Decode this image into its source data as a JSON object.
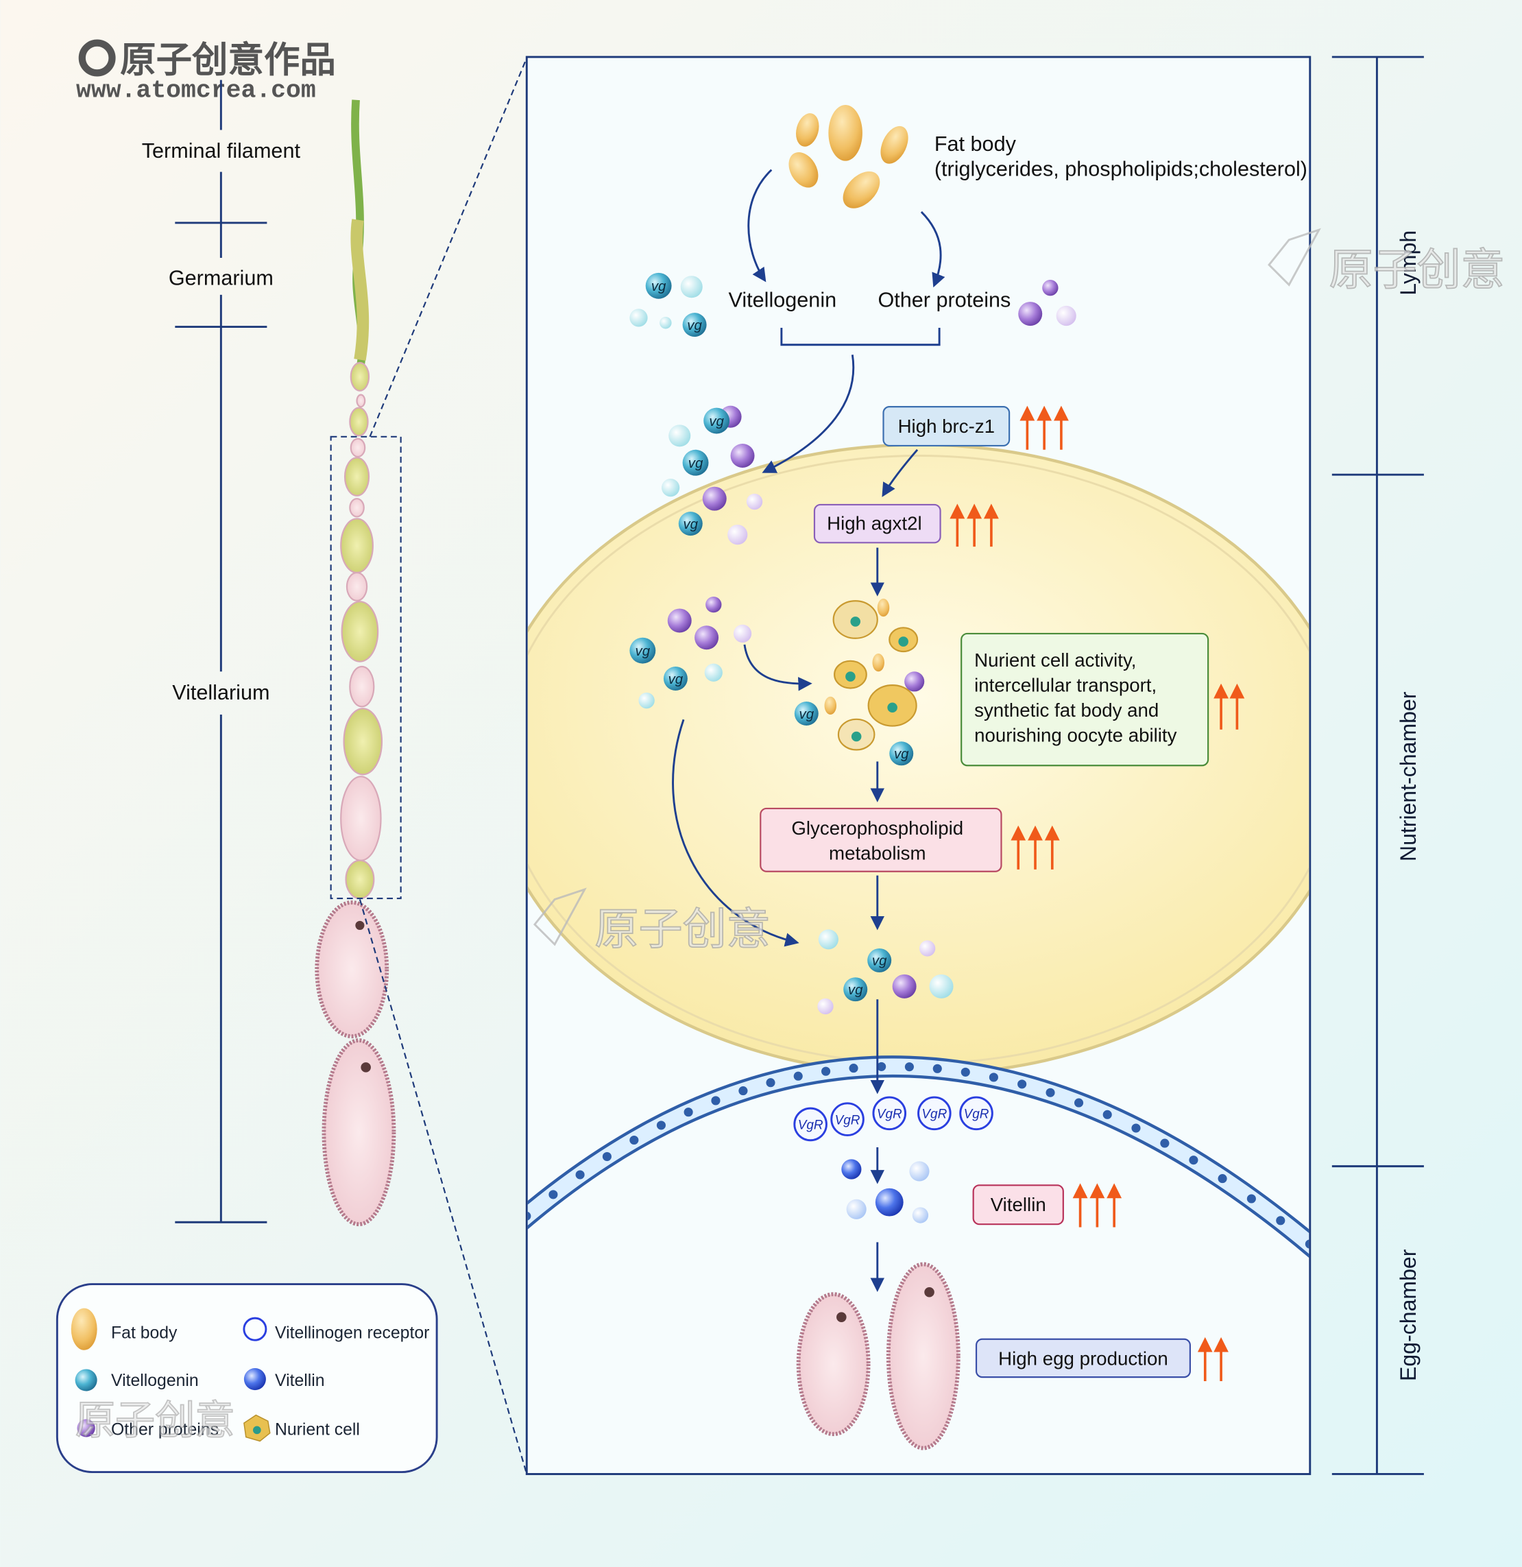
{
  "watermark": {
    "logo_text": "原子创意作品",
    "url": "www.atomcrea.com",
    "repeat_text": "原子创意"
  },
  "ovary_scale": {
    "terminal_filament": "Terminal filament",
    "germarium": "Germarium",
    "vitellarium": "Vitellarium"
  },
  "region_scale": {
    "lymph": "Lymph",
    "nutrient_chamber": "Nutrient-chamber",
    "egg_chamber": "Egg-chamber"
  },
  "main": {
    "fat_body_title": "Fat body",
    "fat_body_detail": "(triglycerides, phospholipids;cholesterol)",
    "vitellogenin_label": "Vitellogenin",
    "other_proteins_label": "Other proteins",
    "brc_box": "High brc-z1",
    "agxt2l_box": "High agxt2l",
    "nurient_box": [
      "Nurient cell activity,",
      "intercellular transport,",
      "synthetic fat body and",
      "nourishing oocyte ability"
    ],
    "glycero_box": [
      "Glycerophospholipid",
      "metabolism"
    ],
    "vgr_label": "VgR",
    "vitellin_box": "Vitellin",
    "egg_box": "High egg production",
    "vg_label": "vg"
  },
  "legend": {
    "fat_body": "Fat body",
    "vitellogenin": "Vitellogenin",
    "other_proteins": "Other proteins",
    "receptor": "Vitellinogen receptor",
    "vitellin": "Vitellin",
    "nurient_cell": "Nurient cell"
  },
  "colors": {
    "frame": "#1e3a7a",
    "nutrient_chamber": "#fbf0c0",
    "membrane": "#2f5ea8",
    "up_arrow": "#f05a1a",
    "vitellogenin": "#3aa3c6",
    "other_protein": "#9a6fd0",
    "vitellin": "#3b5fe0"
  }
}
